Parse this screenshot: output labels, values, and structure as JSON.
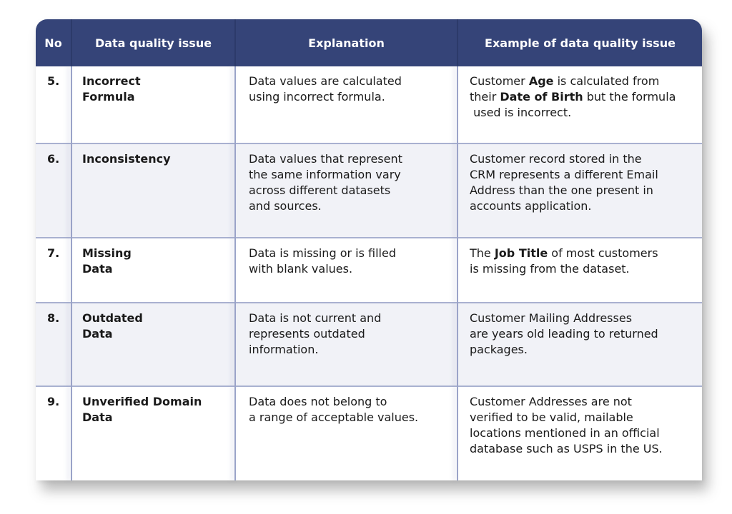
{
  "header": {
    "no": "No",
    "issue": "Data quality issue",
    "explanation": "Explanation",
    "example": "Example of data quality issue"
  },
  "colors": {
    "header_bg": "#354478",
    "header_text": "#ffffff",
    "alt_row_bg": "#f1f2f7",
    "separator": "#a9b1d0"
  },
  "rows": [
    {
      "no": "5.",
      "issue_l1": "Incorrect",
      "issue_l2": "Formula",
      "explanation_l1": "Data values are calculated",
      "explanation_l2": "using incorrect formula.",
      "ex1_a": "Customer ",
      "ex1_b": "Age",
      "ex1_c": " is calculated from",
      "ex2_a": "their ",
      "ex2_b": "Date of Birth",
      "ex2_c": " but the formula",
      "ex3": " used is incorrect."
    },
    {
      "no": "6.",
      "issue_l1": "Inconsistency",
      "explanation_l1": "Data values that represent",
      "explanation_l2": "the same information vary",
      "explanation_l3": "across different datasets",
      "explanation_l4": "and sources.",
      "ex1": "Customer record stored in the",
      "ex2": "CRM represents a different Email",
      "ex3": "Address than the one present in",
      "ex4": "accounts application."
    },
    {
      "no": "7.",
      "issue_l1": "Missing",
      "issue_l2": "Data",
      "explanation_l1": "Data is missing or is filled",
      "explanation_l2": "with blank values.",
      "ex1_a": "The ",
      "ex1_b": "Job Title",
      "ex1_c": " of most customers",
      "ex2": "is missing from the dataset."
    },
    {
      "no": "8.",
      "issue_l1": "Outdated",
      "issue_l2": "Data",
      "explanation_l1": "Data is not current and",
      "explanation_l2": "represents outdated",
      "explanation_l3": "information.",
      "ex1": "Customer Mailing Addresses",
      "ex2": "are years old leading to returned",
      "ex3": "packages."
    },
    {
      "no": "9.",
      "issue_l1": "Unverified Domain",
      "issue_l2": "Data",
      "explanation_l1": "Data does not belong to",
      "explanation_l2": "a range of acceptable values.",
      "ex1": "Customer Addresses are not",
      "ex2": "verified to be valid, mailable",
      "ex3": "locations mentioned in an official",
      "ex4": "database such as USPS in the US."
    }
  ]
}
